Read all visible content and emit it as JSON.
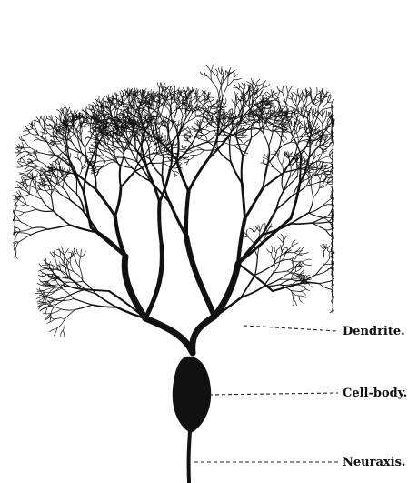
{
  "figure": {
    "labels": {
      "dendrite": "Dendrite.",
      "cell_body": "Cell-body.",
      "neuraxis": "Neuraxis."
    },
    "colors": {
      "ink": "#111111",
      "background": "#ffffff"
    }
  }
}
